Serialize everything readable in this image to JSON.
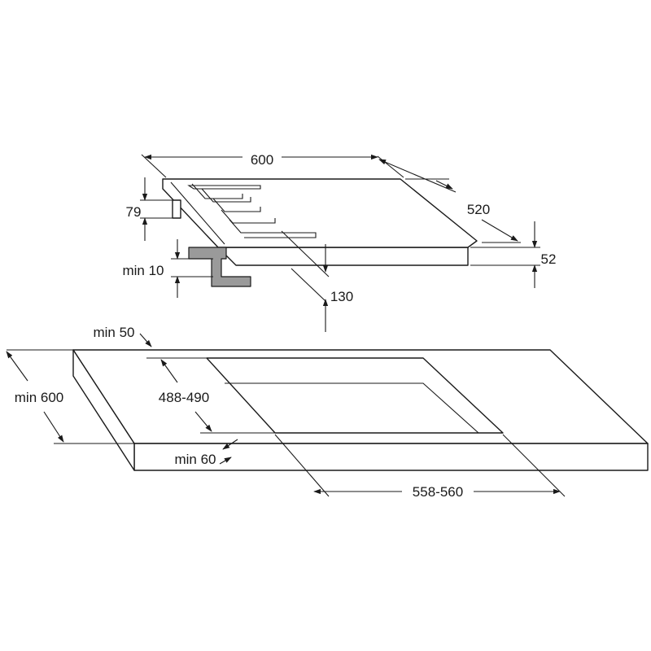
{
  "diagram": {
    "labels": {
      "width_600": "600",
      "depth_520": "520",
      "height_79": "79",
      "height_52": "52",
      "min_10": "min 10",
      "dim_130": "130",
      "min_50": "min 50",
      "cutout_depth": "488-490",
      "min_600": "min 600",
      "min_60": "min 60",
      "cutout_width": "558-560"
    }
  }
}
